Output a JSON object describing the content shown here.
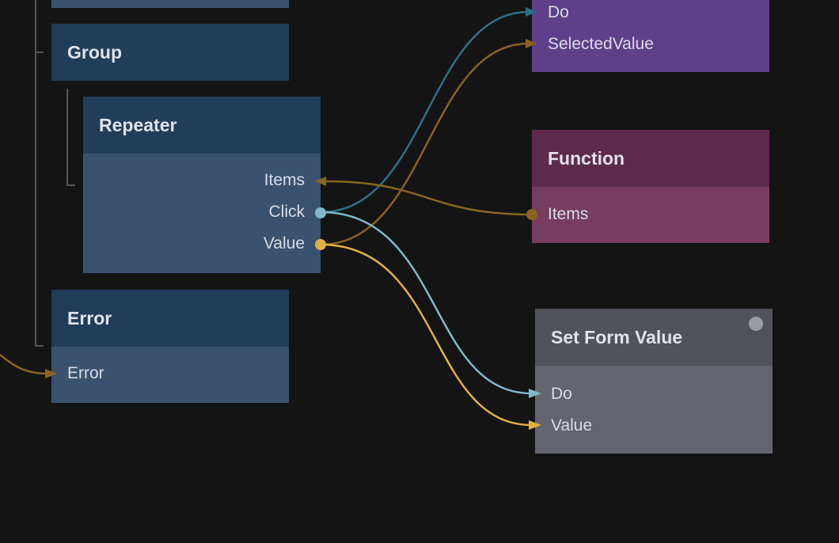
{
  "nodes": {
    "top_partial": {
      "title": ""
    },
    "group": {
      "title": "Group"
    },
    "repeater": {
      "title": "Repeater",
      "ports": [
        "Items",
        "Click",
        "Value"
      ]
    },
    "error": {
      "title": "Error",
      "ports": [
        "Error"
      ]
    },
    "purple": {
      "ports": [
        "Do",
        "SelectedValue"
      ]
    },
    "function": {
      "title": "Function",
      "ports": [
        "Items"
      ]
    },
    "set_form_value": {
      "title": "Set Form Value",
      "ports": [
        "Do",
        "Value"
      ]
    }
  },
  "colors": {
    "background": "#141414",
    "visual_header": "#223d58",
    "visual_body": "#3a5270",
    "purple_node": "#5f3f8a",
    "function_header": "#5e2a4a",
    "function_body": "#763d5e",
    "logic_header": "#50535a",
    "logic_body": "#62656d",
    "signal_wire": "#7fb8c8",
    "signal_wire_dim": "#2e7088",
    "value_wire": "#e0b040",
    "value_wire_dim": "#8a6420"
  }
}
